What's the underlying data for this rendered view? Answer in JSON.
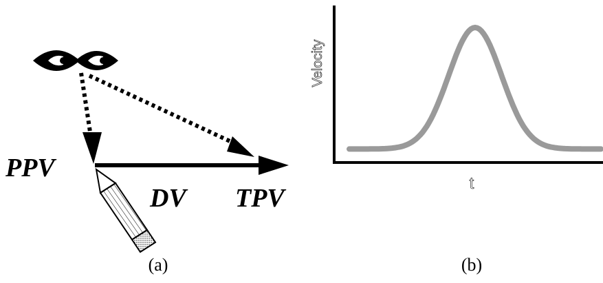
{
  "panel_a": {
    "labels": {
      "ppv": "PPV",
      "dv": "DV",
      "tpv": "TPV"
    },
    "caption": "(a)"
  },
  "panel_b": {
    "caption": "(b)",
    "chart_data": {
      "type": "line",
      "xlabel": "t",
      "ylabel": "Velocity",
      "grid": false,
      "legend": "none",
      "series": [
        {
          "color": "#9a9a9a",
          "peak_position": 0.5,
          "baseline": 0.1,
          "peak": 1.0,
          "shape": "gaussian"
        }
      ]
    }
  }
}
